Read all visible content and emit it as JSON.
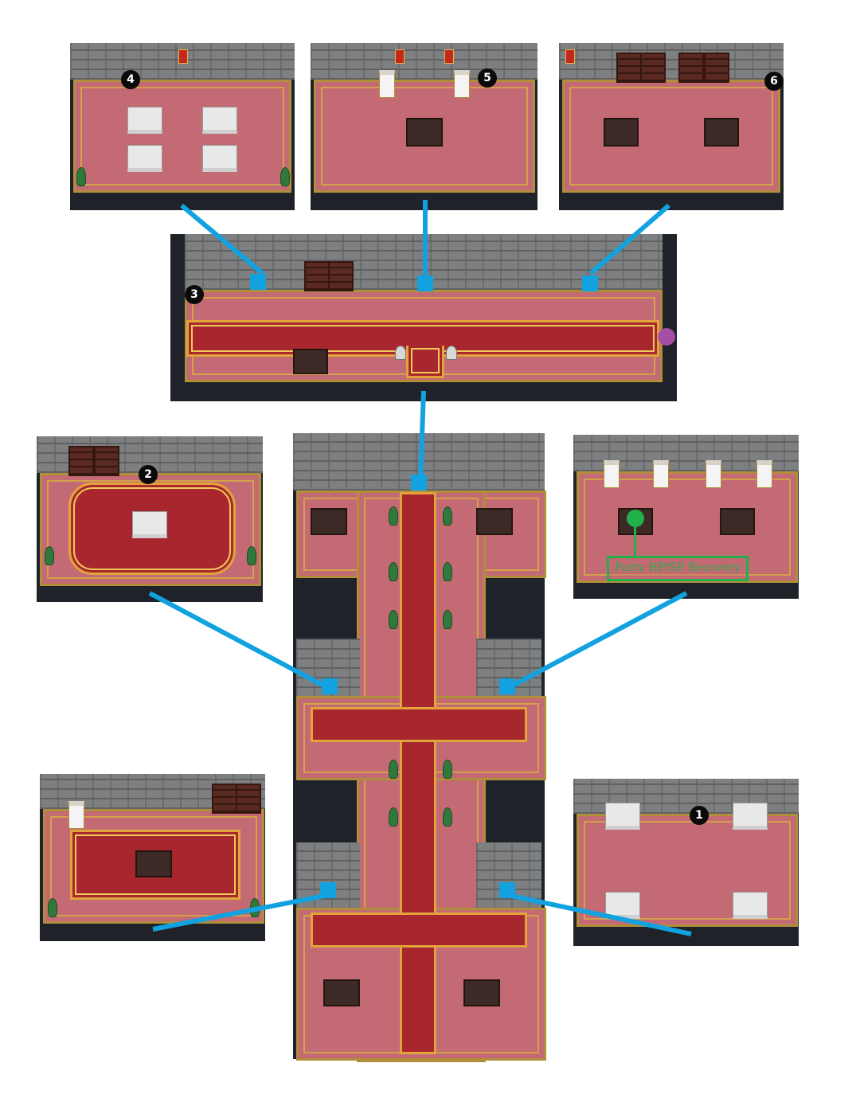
{
  "map": {
    "markers": [
      {
        "id": "1",
        "label": "1"
      },
      {
        "id": "2",
        "label": "2"
      },
      {
        "id": "3",
        "label": "3"
      },
      {
        "id": "4",
        "label": "4"
      },
      {
        "id": "5",
        "label": "5"
      },
      {
        "id": "6",
        "label": "6"
      }
    ],
    "annotation": {
      "label": "Party HP/SP Recovery"
    },
    "colors": {
      "connector": "#12a2e0",
      "floor": "#c36a74",
      "carpet": "#a8272e",
      "recovery": "#21b14b",
      "exit": "#a64da6"
    }
  }
}
